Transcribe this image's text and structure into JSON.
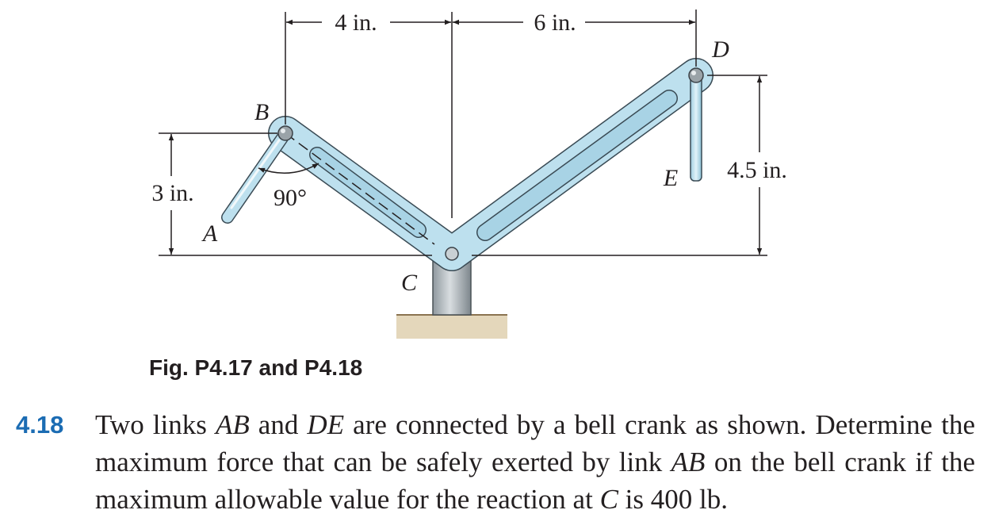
{
  "figure": {
    "labels": {
      "A": "A",
      "B": "B",
      "C": "C",
      "D": "D",
      "E": "E",
      "angle": "90°"
    },
    "dimensions": {
      "horizontal_left": "4 in.",
      "horizontal_right": "6 in.",
      "vertical_left": "3 in.",
      "vertical_right": "4.5 in."
    },
    "colors": {
      "link_fill": "#bde0ee",
      "link_stroke": "#3a4b55",
      "support_fill": "#a9b2b8",
      "ground_fill": "#e4d7bb",
      "ground_line": "#8a7350"
    }
  },
  "caption": "Fig. P4.17 and P4.18",
  "problem": {
    "number": "4.18",
    "text_parts": [
      "Two links ",
      "AB",
      " and ",
      "DE",
      " are connected by a bell crank as shown. Determine the maximum force that can be safely exerted by link ",
      "AB",
      " on the bell crank if the maximum allowable value for the reaction at ",
      "C",
      " is 400 lb."
    ]
  }
}
